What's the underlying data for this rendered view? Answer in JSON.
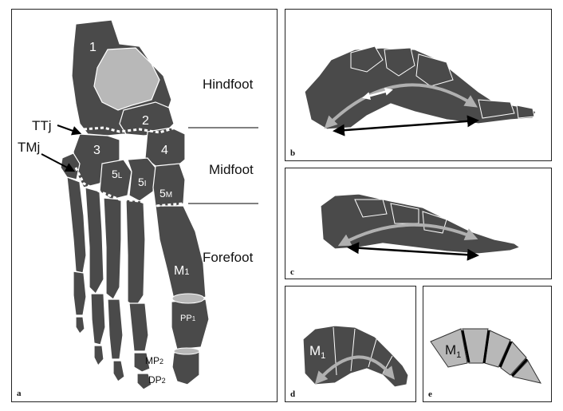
{
  "panels": {
    "a": {
      "label": "a",
      "regions": [
        "Hindfoot",
        "Midfoot",
        "Forefoot"
      ],
      "joint_labels": {
        "ttj": "TTj",
        "tmj": "TMj"
      },
      "bones": {
        "b1": "1",
        "b2": "2",
        "b3": "3",
        "b4": "4",
        "b5l_main": "5",
        "b5l_sub": "L",
        "b5i_main": "5",
        "b5i_sub": "I",
        "b5m_main": "5",
        "b5m_sub": "M",
        "m1_main": "M",
        "m1_sub": "1",
        "pp1_main": "PP",
        "pp1_sub": "1",
        "mp2_main": "MP",
        "mp2_sub": "2",
        "dp2_main": "DP",
        "dp2_sub": "2"
      }
    },
    "b": {
      "label": "b"
    },
    "c": {
      "label": "c"
    },
    "d": {
      "label": "d",
      "bone_main": "M",
      "bone_sub": "1"
    },
    "e": {
      "label": "e",
      "bone_main": "M",
      "bone_sub": "1"
    }
  },
  "colors": {
    "bone": "#4a4a4a",
    "talus": "#b8b8b8",
    "arrow_gray": "#b0b0b0",
    "outline": "#ffffff",
    "black": "#000000"
  }
}
